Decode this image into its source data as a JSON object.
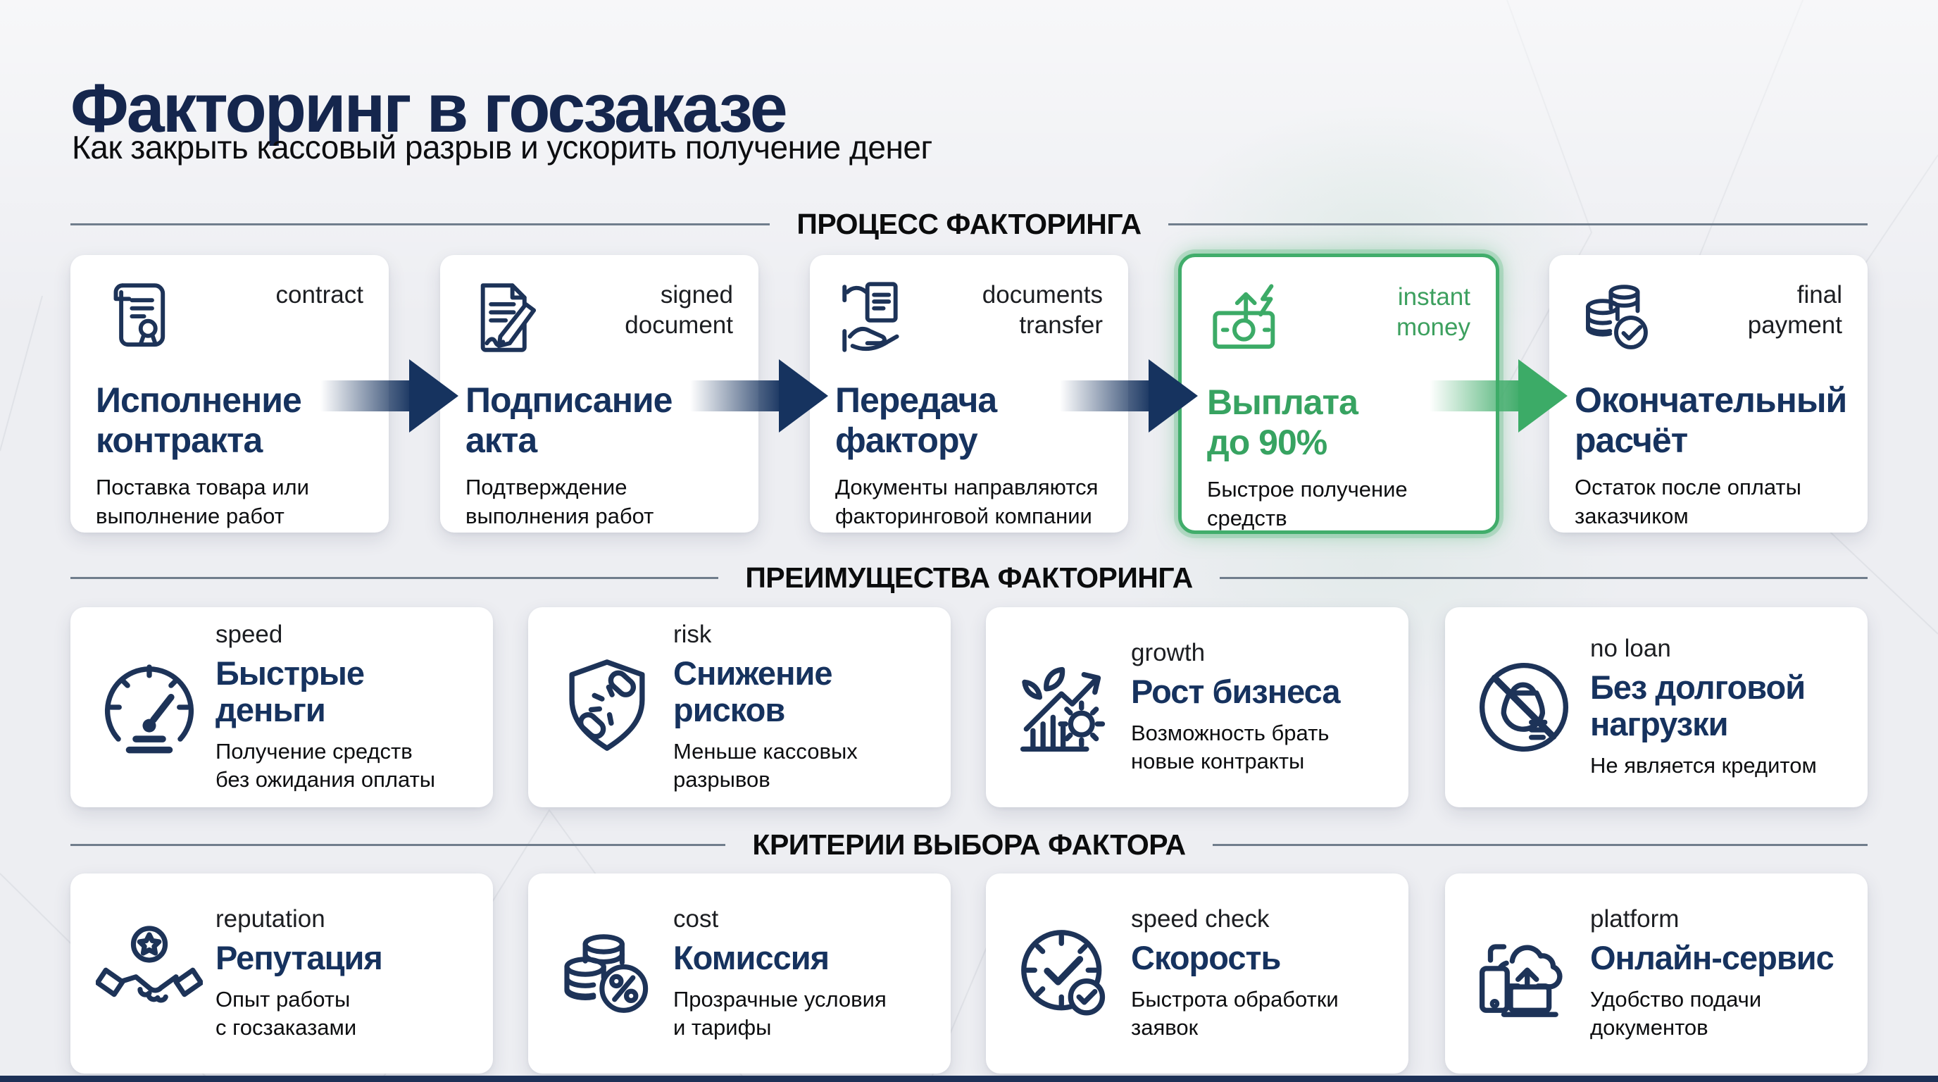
{
  "page": {
    "title": "Факторинг в госзаказе",
    "subtitle": "Как закрыть кассовый разрыв и ускорить получение денег"
  },
  "colors": {
    "navy": "#16325e",
    "green": "#3cab67",
    "text": "#0d0e10",
    "card_background": "#ffffff",
    "page_background": "#edeef2"
  },
  "process": {
    "heading": "ПРОЦЕСС ФАКТОРИНГА",
    "steps": [
      {
        "tag": "contract",
        "title": "Исполнение\nконтракта",
        "desc": "Поставка товара или\nвыполнение работ",
        "icon": "contract-icon",
        "highlight": false
      },
      {
        "tag": "signed\ndocument",
        "title": "Подписание\nакта",
        "desc": "Подтверждение\nвыполнения работ",
        "icon": "signed-document-icon",
        "highlight": false
      },
      {
        "tag": "documents\ntransfer",
        "title": "Передача\nфактору",
        "desc": "Документы направляются\nфакторинговой компании",
        "icon": "documents-transfer-icon",
        "highlight": false
      },
      {
        "tag": "instant\nmoney",
        "title": "Выплата\nдо 90%",
        "desc": "Быстрое получение\nсредств",
        "icon": "instant-money-icon",
        "highlight": true
      },
      {
        "tag": "final\npayment",
        "title": "Окончательный\nрасчёт",
        "desc": "Остаток после оплаты\nзаказчиком",
        "icon": "final-payment-icon",
        "highlight": false
      }
    ]
  },
  "advantages": {
    "heading": "ПРЕИМУЩЕСТВА ФАКТОРИНГА",
    "items": [
      {
        "tag": "speed",
        "title": "Быстрые деньги",
        "desc": "Получение средств\nбез ожидания оплаты",
        "icon": "speedometer-icon"
      },
      {
        "tag": "risk",
        "title": "Снижение\nрисков",
        "desc": "Меньше кассовых\nразрывов",
        "icon": "shield-broken-chain-icon"
      },
      {
        "tag": "growth",
        "title": "Рост бизнеса",
        "desc": "Возможность брать\nновые контракты",
        "icon": "growth-chart-icon"
      },
      {
        "tag": "no loan",
        "title": "Без долговой\nнагрузки",
        "desc": "Не является кредитом",
        "icon": "no-loan-icon"
      }
    ]
  },
  "criteria": {
    "heading": "КРИТЕРИИ ВЫБОРА ФАКТОРА",
    "items": [
      {
        "tag": "reputation",
        "title": "Репутация",
        "desc": "Опыт работы\nс госзаказами",
        "icon": "handshake-star-icon"
      },
      {
        "tag": "cost",
        "title": "Комиссия",
        "desc": "Прозрачные условия\nи тарифы",
        "icon": "coins-percent-icon"
      },
      {
        "tag": "speed check",
        "title": "Скорость",
        "desc": "Быстрота обработки\nзаявок",
        "icon": "clock-check-icon"
      },
      {
        "tag": "platform",
        "title": "Онлайн-сервис",
        "desc": "Удобство подачи\nдокументов",
        "icon": "cloud-devices-icon"
      }
    ]
  }
}
